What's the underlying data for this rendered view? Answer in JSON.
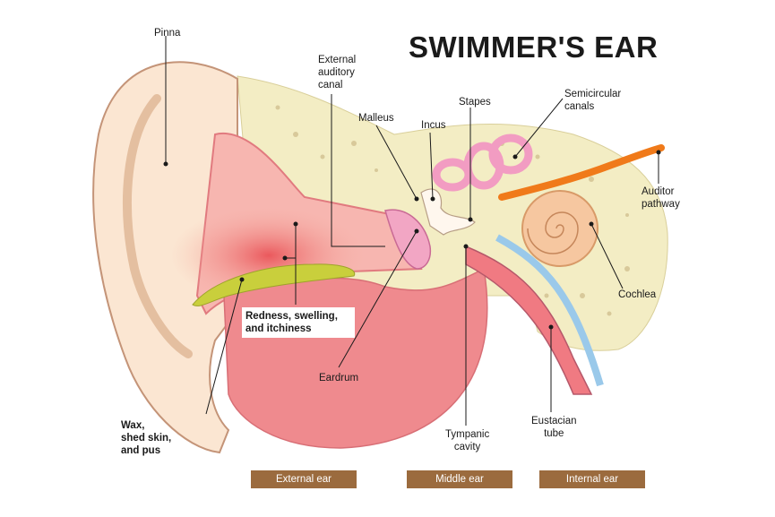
{
  "title": "SWIMMER'S EAR",
  "labels": {
    "pinna": "Pinna",
    "external_canal": "External\nauditory\ncanal",
    "malleus": "Malleus",
    "incus": "Incus",
    "stapes": "Stapes",
    "semicircular": "Semicircular\ncanals",
    "auditor_pathway": "Auditor\npathway",
    "cochlea": "Cochlea",
    "eardrum": "Eardrum",
    "eustacian": "Eustacian\ntube",
    "tympanic": "Tympanic\ncavity",
    "wax": "Wax,\nshed skin,\nand pus",
    "redness": "Redness, swelling,\nand itchiness"
  },
  "sections": {
    "external": "External ear",
    "middle": "Middle ear",
    "internal": "Internal ear"
  },
  "colors": {
    "section_bar": "#9b6b3e",
    "bone": "#f3edc4",
    "skin": "#fbe6d2",
    "flesh": "#ef8a8e",
    "canal_red": "#e8484e",
    "wax": "#c9cf3c",
    "nerve": "#f07a1a"
  }
}
